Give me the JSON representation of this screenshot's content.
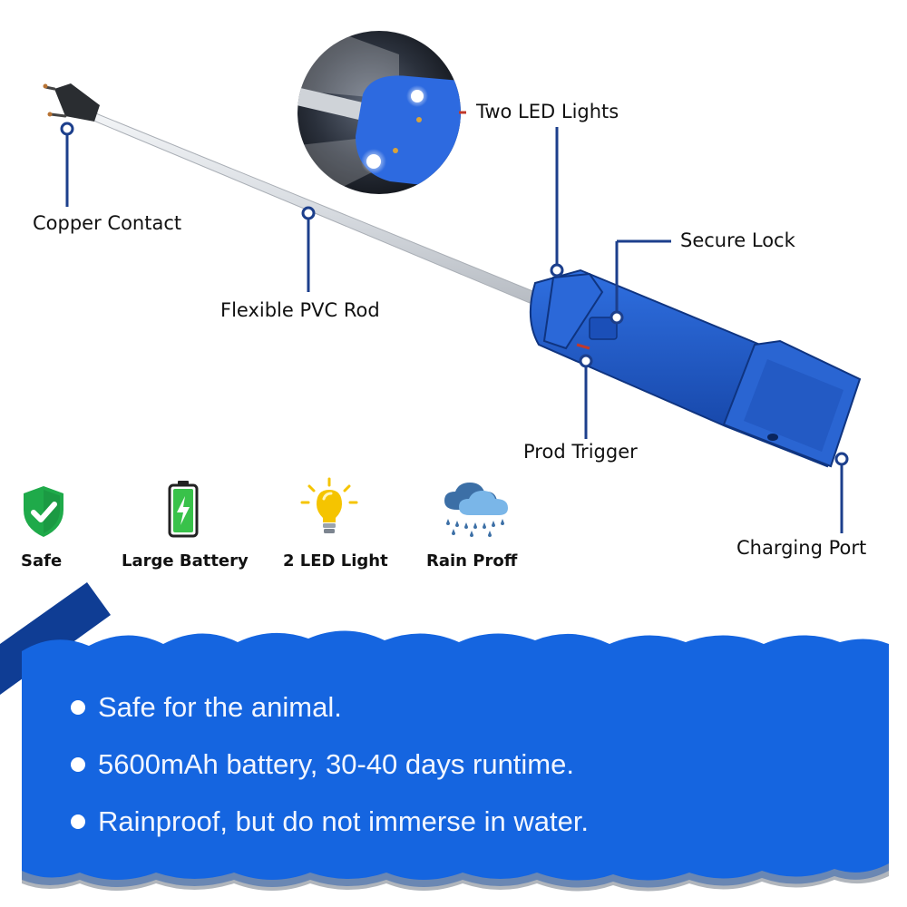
{
  "callouts": {
    "two_led_lights": "Two LED Lights",
    "copper_contact": "Copper Contact",
    "secure_lock": "Secure Lock",
    "flexible_pvc_rod": "Flexible PVC Rod",
    "prod_trigger": "Prod Trigger",
    "charging_port": "Charging Port"
  },
  "features": [
    {
      "label": "Safe",
      "icon": "shield-check-icon"
    },
    {
      "label": "Large Battery",
      "icon": "battery-icon"
    },
    {
      "label": "2 LED Light",
      "icon": "light-bulb-icon"
    },
    {
      "label": "Rain Proff",
      "icon": "rain-cloud-icon"
    }
  ],
  "bullets": [
    "Safe for the animal.",
    "5600mAh battery, 30-40 days runtime.",
    "Rainproof, but do not immerse in water."
  ],
  "colors": {
    "product_blue": "#1f5fd6",
    "callout_line": "#1c3f8c",
    "banner_blue": "#1565e0",
    "shield_green": "#1faa4a",
    "bulb_yellow": "#f5c400"
  }
}
